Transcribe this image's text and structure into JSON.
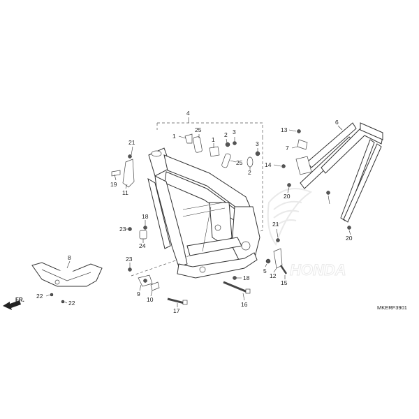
{
  "diagram_code": "MKERF3901",
  "direction_label": "FR.",
  "watermark": "HONDA",
  "part_labels": [
    {
      "key": "p4",
      "text": "4"
    },
    {
      "key": "p1a",
      "text": "1"
    },
    {
      "key": "p25a",
      "text": "25"
    },
    {
      "key": "p1b",
      "text": "1"
    },
    {
      "key": "p2a",
      "text": "2"
    },
    {
      "key": "p3a",
      "text": "3"
    },
    {
      "key": "p3b",
      "text": "3"
    },
    {
      "key": "p25b",
      "text": "25"
    },
    {
      "key": "p2b",
      "text": "2"
    },
    {
      "key": "p21a",
      "text": "21"
    },
    {
      "key": "p19",
      "text": "19"
    },
    {
      "key": "p11",
      "text": "11"
    },
    {
      "key": "p18a",
      "text": "18"
    },
    {
      "key": "p23a",
      "text": "23"
    },
    {
      "key": "p24",
      "text": "24"
    },
    {
      "key": "p23b",
      "text": "23"
    },
    {
      "key": "p9",
      "text": "9"
    },
    {
      "key": "p10",
      "text": "10"
    },
    {
      "key": "p17",
      "text": "17"
    },
    {
      "key": "p18b",
      "text": "18"
    },
    {
      "key": "p16",
      "text": "16"
    },
    {
      "key": "p21b",
      "text": "21"
    },
    {
      "key": "p5",
      "text": "5"
    },
    {
      "key": "p12",
      "text": "12"
    },
    {
      "key": "p15",
      "text": "15"
    },
    {
      "key": "p13",
      "text": "13"
    },
    {
      "key": "p6",
      "text": "6"
    },
    {
      "key": "p7",
      "text": "7"
    },
    {
      "key": "p14",
      "text": "14"
    },
    {
      "key": "p20a",
      "text": "20"
    },
    {
      "key": "p20b",
      "text": "20"
    },
    {
      "key": "p8",
      "text": "8"
    },
    {
      "key": "p22a",
      "text": "22"
    },
    {
      "key": "p22b",
      "text": "22"
    }
  ]
}
